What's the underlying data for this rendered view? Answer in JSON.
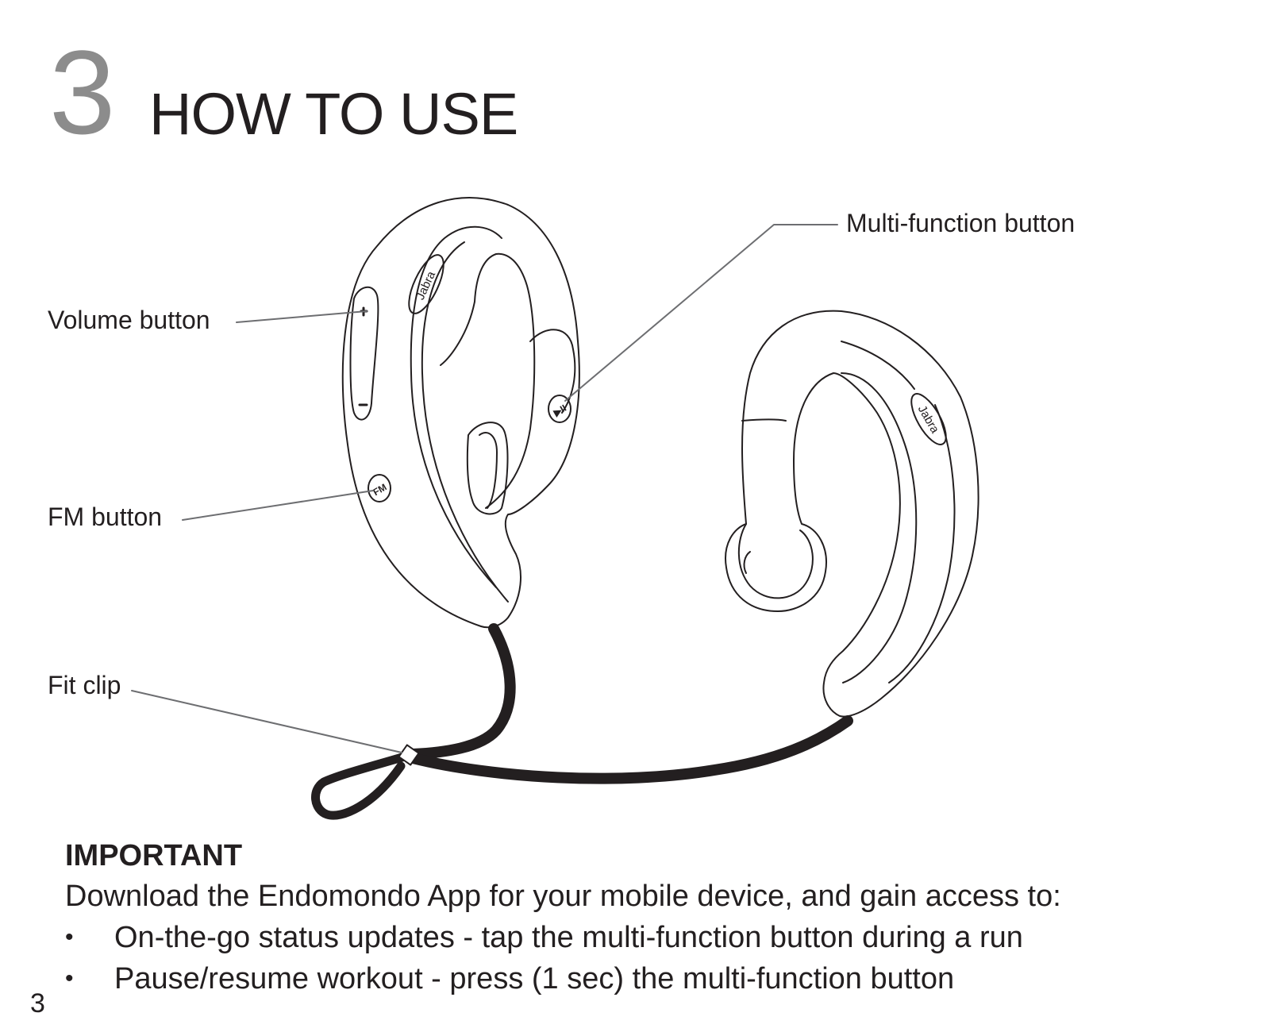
{
  "header": {
    "chapter_number": "3",
    "chapter_title": "HOW TO USE"
  },
  "illustration": {
    "callouts": {
      "volume": "Volume button",
      "fm": "FM button",
      "fit_clip": "Fit clip",
      "multi_function": "Multi-function button"
    },
    "brand_marks": [
      "Jabra",
      "Jabra"
    ],
    "button_marks": {
      "plus": "+",
      "minus": "–",
      "fm": "FM",
      "play_pause": "▶II"
    }
  },
  "important": {
    "heading": "IMPORTANT",
    "intro": "Download the Endomondo App for your mobile device, and gain access to:",
    "bullets": [
      "On-the-go status updates - tap the multi-function button during a run",
      "Pause/resume workout  - press (1 sec) the multi-function button"
    ],
    "bullet_symbol": "•"
  },
  "footer": {
    "page_number": "3"
  }
}
